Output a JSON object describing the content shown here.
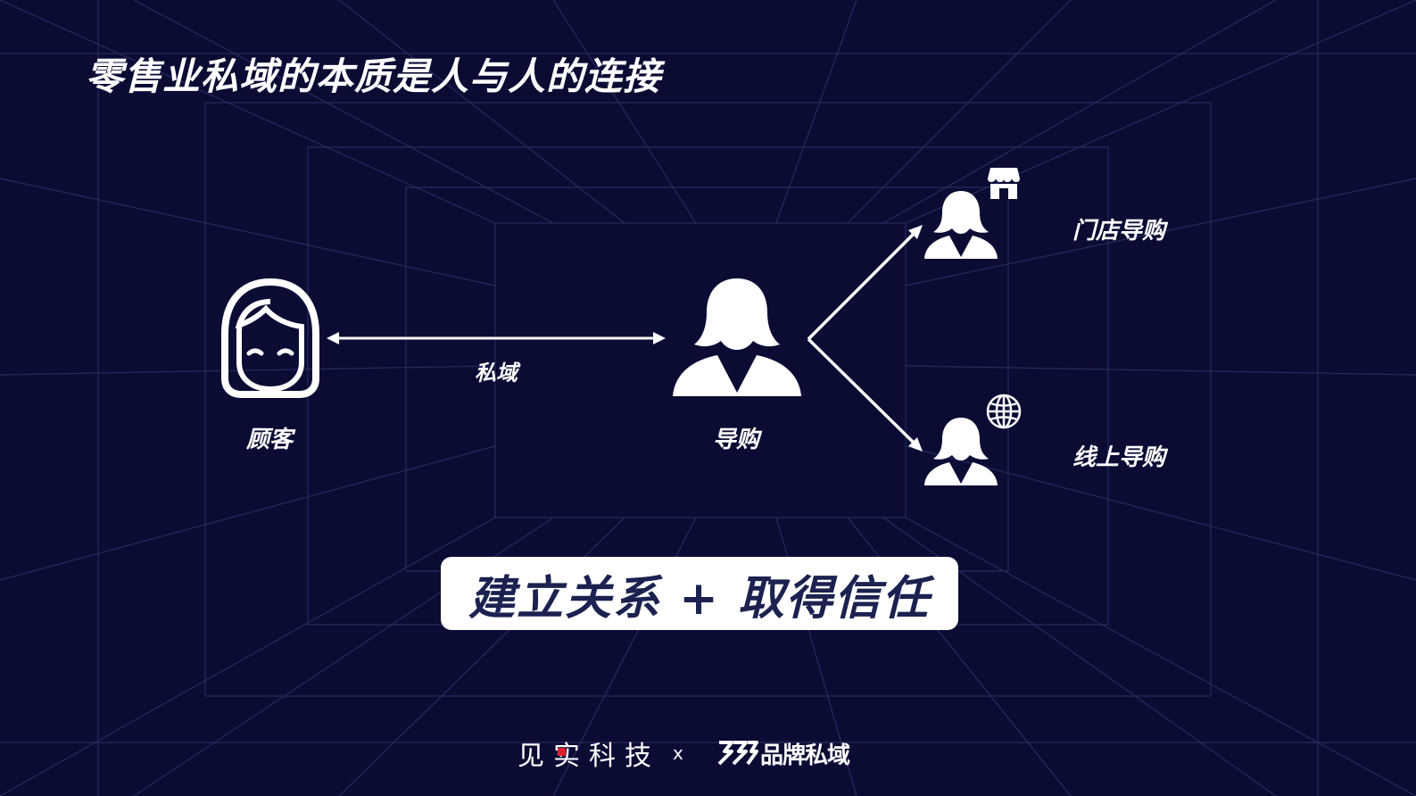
{
  "slide": {
    "title": "零售业私域的本质是人与人的连接",
    "background_color": "#0b0c34",
    "grid_color": "#2a2d63"
  },
  "diagram": {
    "customer": {
      "label": "顾客",
      "icon": "woman-face-icon"
    },
    "connection": {
      "label": "私域",
      "icon": "double-arrow-icon"
    },
    "guide": {
      "label": "导购",
      "icon": "female-guide-icon"
    },
    "store_guide": {
      "label": "门店导购",
      "icon": "store-icon"
    },
    "online_guide": {
      "label": "线上导购",
      "icon": "globe-icon"
    }
  },
  "callout": {
    "text": "建立关系 + 取得信任",
    "text_color": "#1b2250"
  },
  "footer": {
    "brand_left": "见实科技",
    "separator": "x",
    "brand_right": "品牌私域",
    "accent_color": "#e31e2d"
  }
}
